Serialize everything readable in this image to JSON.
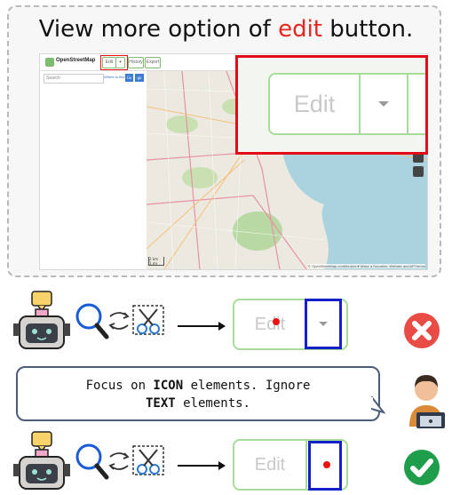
{
  "headline": {
    "prefix": "View more option of ",
    "highlight": "edit",
    "suffix": " button."
  },
  "osm": {
    "brand": "OpenStreetMap",
    "edit_label": "Edit",
    "history_label": "History",
    "export_label": "Export",
    "search_placeholder": "Search",
    "where_link": "Where is this?",
    "go_label": "Go",
    "directions_label": "go",
    "attribution": "© OpenStreetMap contributors ♥ Make a Donation. Website and API terms",
    "scale_top": "2 km",
    "scale_bottom": "1 mi"
  },
  "inset": {
    "edit_label": "Edit"
  },
  "row1": {
    "edit_label": "Edit",
    "result": "incorrect"
  },
  "instruction": {
    "line1_prefix": "Focus on ",
    "line1_bold": "ICON",
    "line1_suffix": " elements. Ignore",
    "line2_bold": "TEXT",
    "line2_suffix": " elements."
  },
  "row2": {
    "edit_label": "Edit",
    "result": "correct"
  },
  "colors": {
    "highlight_red": "#e5261f",
    "button_border_green": "#a7dc9b",
    "box_blue": "#1421c9",
    "wrong_red": "#e94b45",
    "right_green": "#1e9e4a"
  }
}
